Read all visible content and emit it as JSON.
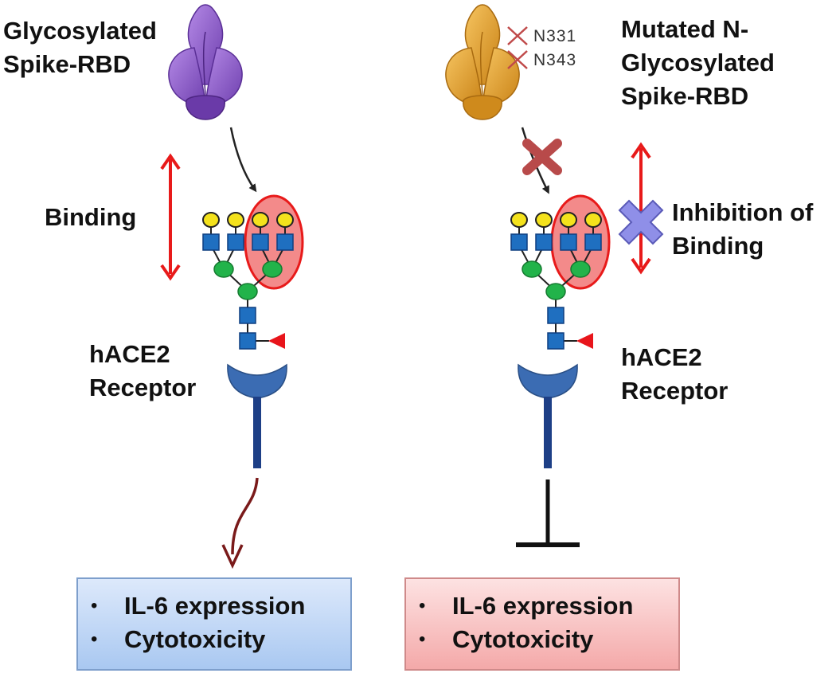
{
  "left_panel": {
    "spike_label": [
      "Glycosylated",
      "Spike-RBD"
    ],
    "binding_label": "Binding",
    "receptor_label": [
      "hACE2",
      "Receptor"
    ],
    "outcomes": [
      "IL-6 expression",
      "Cytotoxicity"
    ]
  },
  "right_panel": {
    "mutations": [
      "N331",
      "N343"
    ],
    "spike_label": [
      "Mutated N-",
      "Glycosylated",
      "Spike-RBD"
    ],
    "inhibition_label": [
      "Inhibition of",
      "Binding"
    ],
    "receptor_label": [
      "hACE2",
      "Receptor"
    ],
    "outcomes": [
      "IL-6 expression",
      "Cytotoxicity"
    ]
  },
  "colors": {
    "spike_glycosylated": "#8c5ac8",
    "spike_mutated": "#e2a23a",
    "glycan_square": "#1f6fc0",
    "galactose": "#f4e21c",
    "mannose": "#22b34a",
    "fucose": "#e8151b",
    "receptor": "#3b6cb3",
    "arrow_red": "#e81a1a",
    "signal_arrow": "#7a1a1a"
  }
}
